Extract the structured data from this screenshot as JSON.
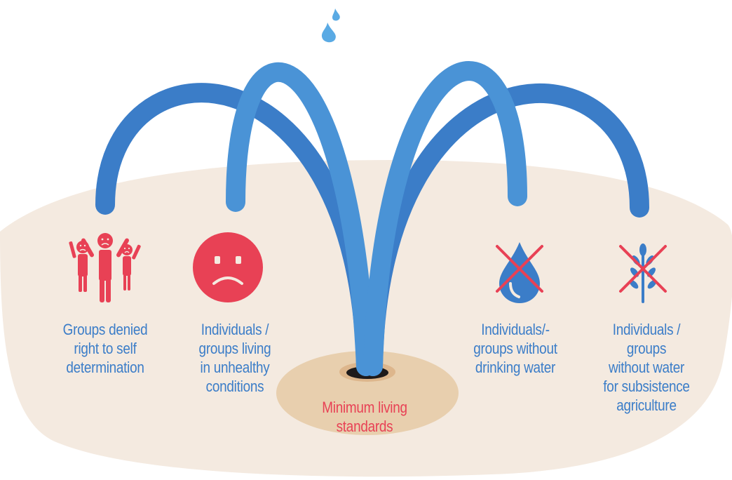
{
  "colors": {
    "ground": "#f4eae0",
    "well_outer": "#e8cfae",
    "well_inner": "#ddb68c",
    "hole": "#1e1a1a",
    "arc_dark": "#3b7dc8",
    "arc_light": "#4a93d6",
    "drop": "#5aaae4",
    "icon_red": "#e84155",
    "icon_blue": "#3b7dc8"
  },
  "labels": [
    {
      "id": "groups-denied",
      "lines": [
        "Groups denied",
        "right to self",
        "determination"
      ],
      "icon": "people-frowning-icon"
    },
    {
      "id": "unhealthy-conditions",
      "lines": [
        "Individuals /",
        "groups  living",
        "in unhealthy",
        "conditions"
      ],
      "icon": "sad-face-icon"
    },
    {
      "id": "minimum-living",
      "lines": [
        "Minimum living",
        "standards"
      ],
      "icon": "well-icon"
    },
    {
      "id": "no-drinking-water",
      "lines": [
        "Individuals/-",
        "groups without",
        "drinking water"
      ],
      "icon": "crossed-water-drop-icon"
    },
    {
      "id": "no-agriculture-water",
      "lines": [
        "Individuals /",
        "groups",
        "without water",
        "for subsistence",
        "agriculture"
      ],
      "icon": "crossed-wheat-icon"
    }
  ]
}
